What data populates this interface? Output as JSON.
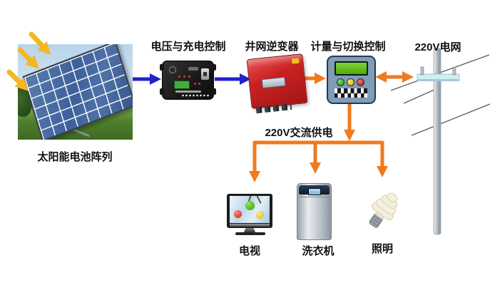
{
  "nodes": {
    "solar_array": {
      "label": "太阳能电池阵列"
    },
    "charge_controller": {
      "label": "电压与充电控制"
    },
    "inverter": {
      "label": "井网逆变器"
    },
    "metering_switch": {
      "label": "计量与切换控制"
    },
    "grid": {
      "label": "220V电网"
    },
    "ac_bus": {
      "label": "220V交流供电"
    },
    "tv": {
      "label": "电视"
    },
    "washer": {
      "label": "洗衣机"
    },
    "lighting": {
      "label": "照明"
    }
  },
  "connections": [
    {
      "from": "sunlight",
      "to": "solar_array",
      "style": "yellow-arrow",
      "count": 3
    },
    {
      "from": "solar_array",
      "to": "charge_controller",
      "style": "blue-arrow"
    },
    {
      "from": "charge_controller",
      "to": "inverter",
      "style": "blue-arrow"
    },
    {
      "from": "inverter",
      "to": "metering_switch",
      "style": "orange-arrow"
    },
    {
      "from": "metering_switch",
      "to": "grid",
      "style": "orange-arrow-bidirectional"
    },
    {
      "from": "metering_switch",
      "to": "ac_bus",
      "style": "orange-arrow"
    },
    {
      "from": "ac_bus",
      "to": "tv",
      "style": "orange-arrow"
    },
    {
      "from": "ac_bus",
      "to": "washer",
      "style": "orange-arrow"
    },
    {
      "from": "ac_bus",
      "to": "lighting",
      "style": "orange-arrow"
    }
  ],
  "colors": {
    "sun_arrow": "#f2b722",
    "dc_arrow": "#2222cc",
    "ac_arrow": "#f07a1d",
    "meter_box": "#7f9cb8",
    "meter_lcd_green": "#5fc21c",
    "inverter_red": "#c92121",
    "led_green": "#119911",
    "led_yellow": "#cbaf00",
    "led_red": "#b51212"
  }
}
